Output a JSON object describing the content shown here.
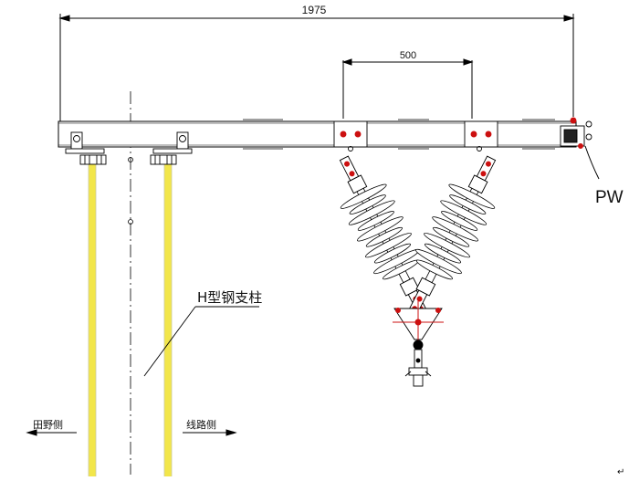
{
  "dimensions": {
    "overall_width": "1975",
    "insulator_spacing": "500"
  },
  "labels": {
    "pw": "PW",
    "h_column": "H型钢支柱",
    "field_side": "田野侧",
    "line_side": "线路侧",
    "return_mark": "↵"
  },
  "colors": {
    "line": "#000000",
    "post_yellow": "#f2e64a",
    "bolt_red": "#cc1010",
    "beam": "#ffffff"
  }
}
